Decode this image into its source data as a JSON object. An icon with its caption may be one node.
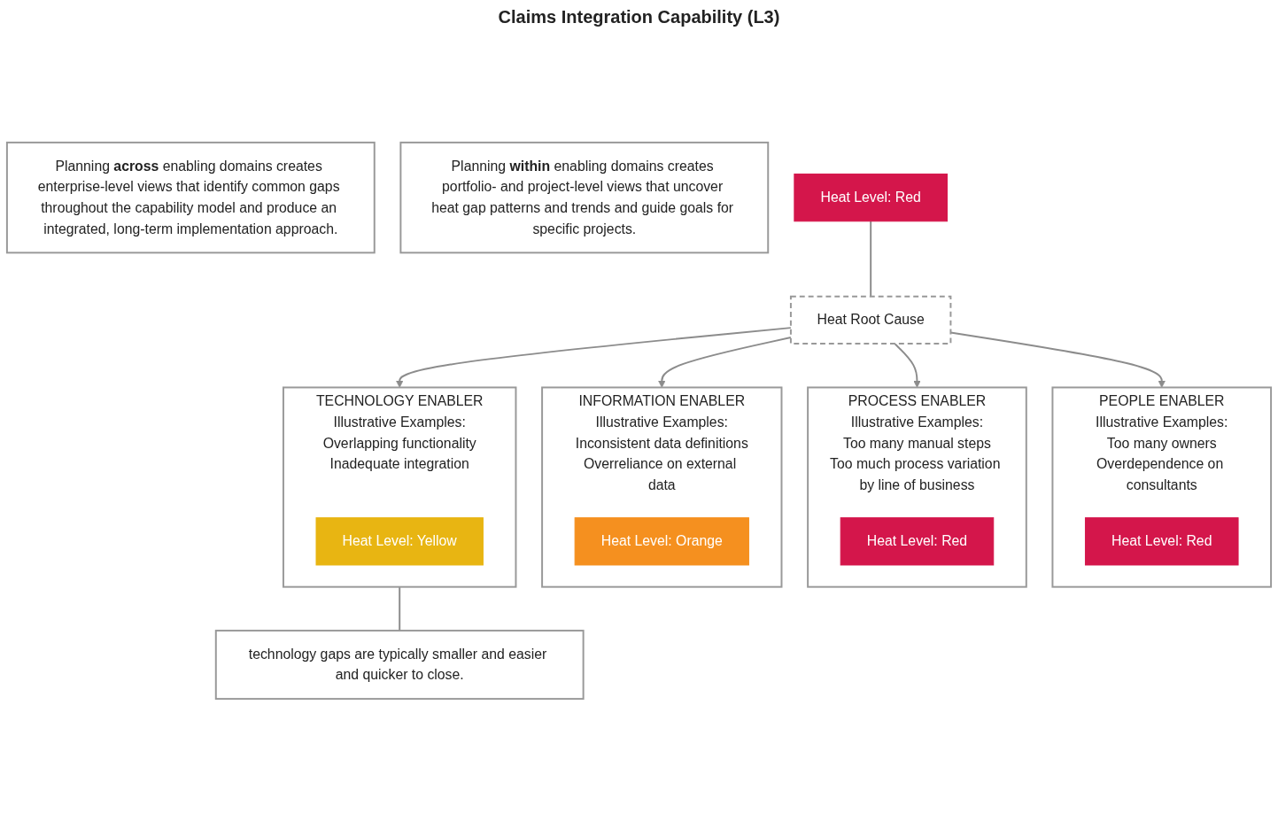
{
  "diagram": {
    "title": "Claims Integration Capability (L3)",
    "nodes": [
      {
        "text": [
          "Heat Level: Red"
        ]
      },
      {
        "text": [
          "Heat Root Cause"
        ]
      },
      {
        "text": [
          "TECHNOLOGY ENABLER",
          "Illustrative Examples:",
          "Overlapping functionality",
          "Inadequate integration"
        ]
      },
      {
        "text": [
          "Heat Level: Yellow"
        ],
        "in": 2
      },
      {
        "text": [
          "INFORMATION ENABLER",
          "Illustrative Examples:",
          "Inconsistent data definitions",
          "Overreliance on external data"
        ]
      },
      {
        "text": [
          "Heat Level: Orange"
        ],
        "in": 4
      },
      {
        "text": [
          "PROCESS ENABLER",
          "Illustrative Examples:",
          "Too many manual steps",
          "Too much process variation by line of business"
        ]
      },
      {
        "text": [
          "Heat Level: Red"
        ],
        "in": 6
      },
      {
        "text": [
          "PEOPLE ENABLER",
          "Illustrative Examples:",
          "Too many owners",
          "Overdependence on consultants"
        ]
      },
      {
        "text": [
          "Heat Level: Red"
        ],
        "in": 8
      },
      {
        "text": [
          "technology gaps are typically smaller and easier and quicker to close."
        ]
      },
      {
        "text": [
          "Planning **within** enabling domains creates portfolio- and project-level views that uncover heat gap patterns and trends and guide goals for specific projects."
        ]
      },
      {
        "text": [
          "Planning **across** enabling domains creates enterprise-level views that identify common gaps throughout the capability model and produce an integrated, long-term implementation approach."
        ]
      }
    ],
    "edges": [
      {
        "from": 0,
        "to": 1,
        "arrow": "none"
      },
      {
        "from": 1,
        "to": 2,
        "arrow": "to"
      },
      {
        "from": 1,
        "to": 4,
        "arrow": "to"
      },
      {
        "from": 1,
        "to": 6,
        "arrow": "to"
      },
      {
        "from": 1,
        "to": 8,
        "arrow": "to"
      },
      {
        "from": 2,
        "to": 10,
        "arrow": "none"
      }
    ]
  }
}
